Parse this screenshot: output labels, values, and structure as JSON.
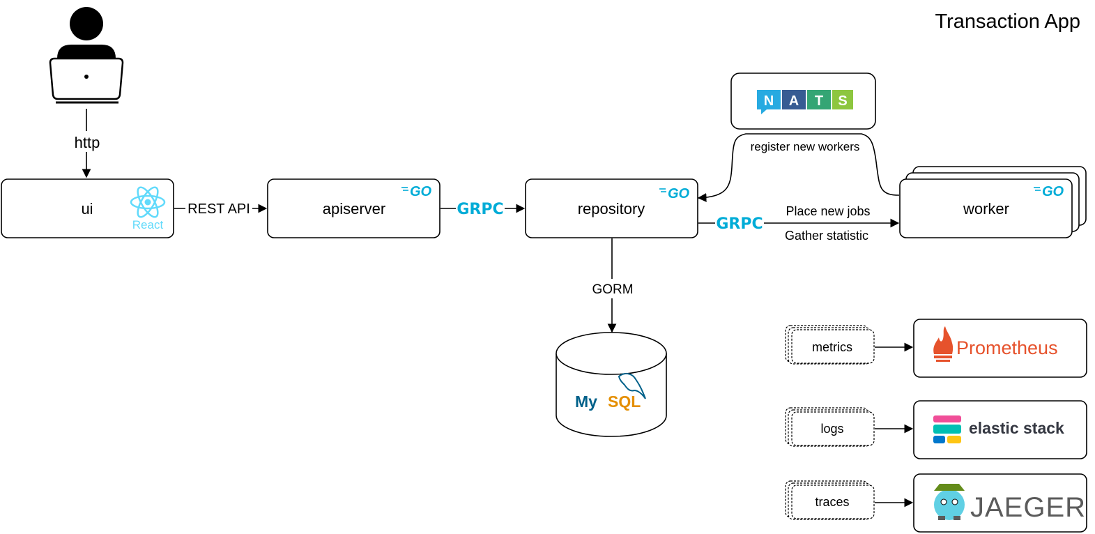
{
  "title": "Transaction App",
  "edges": {
    "http": "http",
    "rest_api": "REST API",
    "gorm": "GORM",
    "register": "register new workers",
    "place_jobs": "Place new jobs",
    "gather_stat": "Gather statistic"
  },
  "nodes": {
    "ui": "ui",
    "apiserver": "apiserver",
    "repository": "repository",
    "worker": "worker"
  },
  "logos": {
    "react": "React",
    "go": "GO",
    "grpc": "GRPC",
    "nats": [
      "N",
      "A",
      "T",
      "S"
    ],
    "mysql_my": "My",
    "mysql_sql": "SQL",
    "prometheus": "Prometheus",
    "elastic": "elastic stack",
    "jaeger": "JAEGER"
  },
  "observability": {
    "metrics": "metrics",
    "logs": "logs",
    "traces": "traces"
  },
  "colors": {
    "go": "#00acd7",
    "grpc": "#244c5a",
    "react": "#61dafb",
    "nats_n": "#27aae1",
    "nats_a": "#375c93",
    "nats_t": "#34a574",
    "nats_s": "#8dc63f",
    "mysql_blue": "#00618a",
    "mysql_orange": "#e48e00",
    "prometheus": "#e6522c",
    "jaeger": "#5b5b5b"
  }
}
